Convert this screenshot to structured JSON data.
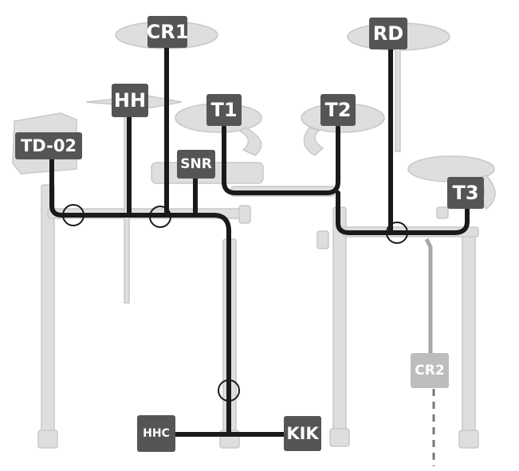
{
  "labels": {
    "cr1": "CR1",
    "rd": "RD",
    "hh": "HH",
    "t1": "T1",
    "t2": "T2",
    "td02": "TD-02",
    "snr": "SNR",
    "t3": "T3",
    "cr2": "CR2",
    "hhc": "HHC",
    "kik": "KIK"
  },
  "colors": {
    "cable": "#1a1a1a",
    "stand": "#dedede",
    "stand_stroke": "#c8c8c8",
    "label_bg": "#555555",
    "label_bg_optional": "#bdbdbd"
  }
}
